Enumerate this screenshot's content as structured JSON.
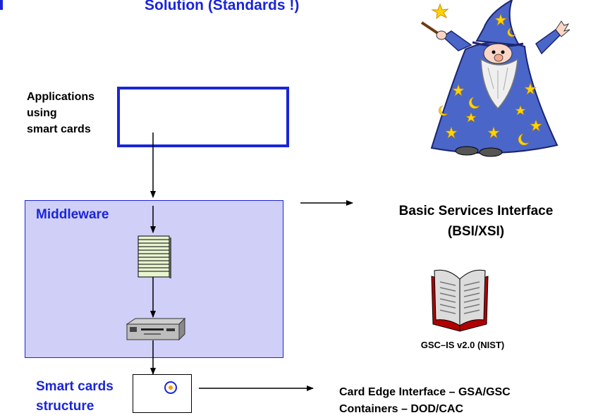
{
  "title": "Solution (Standards !)",
  "applications_label": [
    "Applications",
    "using",
    "smart cards"
  ],
  "middleware_label": "Middleware",
  "smart_cards_label": [
    "Smart cards",
    "structure"
  ],
  "bsi": {
    "line1": "Basic Services Interface",
    "line2": "(BSI/XSI)"
  },
  "gsc_label": "GSC–IS v2.0 (NIST)",
  "card_edge": {
    "line1": "Card Edge Interface – GSA/GSC",
    "line2": "Containers – DOD/CAC"
  },
  "icons": {
    "wizard": "wizard-illustration",
    "book": "open-book-icon",
    "document": "document-stack-icon",
    "reader": "card-reader-icon",
    "chip": "smart-card-chip-icon"
  },
  "colors": {
    "accent": "#1a25d8",
    "middleware_fill": "#d0cff8",
    "document_fill": "#e8f5d0",
    "chip_dot": "#ff9a00"
  }
}
